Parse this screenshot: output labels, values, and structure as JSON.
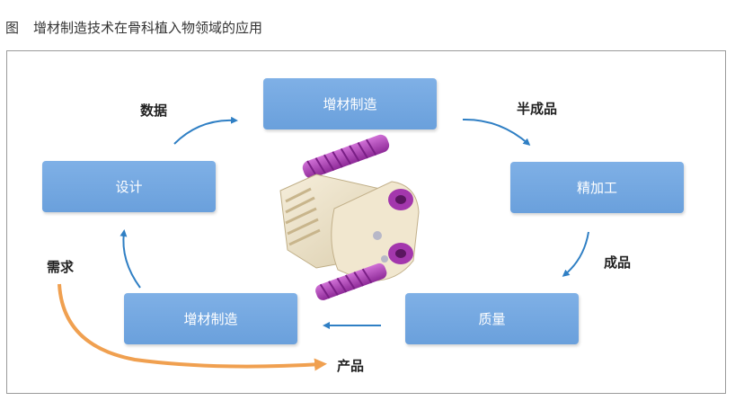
{
  "caption": {
    "fig": "图",
    "title": "增材制造技术在骨科植入物领域的应用"
  },
  "boxes": {
    "top": "增材制造",
    "left": "设计",
    "right": "精加工",
    "bottom_left": "增材制造",
    "bottom_right": "质量"
  },
  "labels": {
    "data": "数据",
    "semi": "半成品",
    "product": "成品",
    "demand": "需求",
    "output": "产品"
  },
  "colors": {
    "box": "#6fa5df",
    "arrow_blue": "#2f7fc4",
    "arrow_orange": "#f0a050",
    "implant": "#b03fb8"
  },
  "illustration": "spinal-implant-with-screws"
}
